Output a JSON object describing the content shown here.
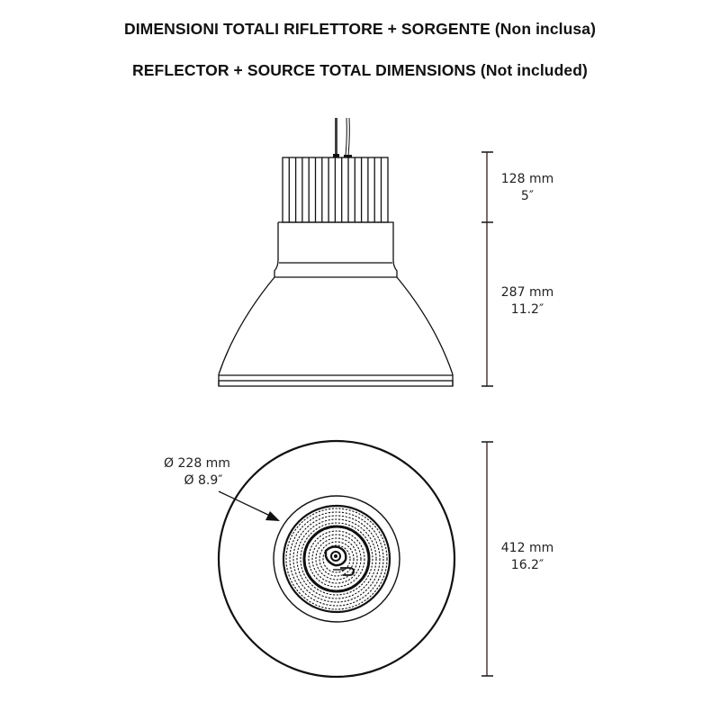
{
  "header": {
    "title_it": "DIMENSIONI TOTALI RIFLETTORE + SORGENTE (Non inclusa)",
    "title_en": "REFLECTOR + SOURCE TOTAL DIMENSIONS (Not included)"
  },
  "side_view": {
    "heatsink_height": {
      "mm": "128 mm",
      "inch": "5″"
    },
    "reflector_height": {
      "mm": "287 mm",
      "inch": "11.2″"
    }
  },
  "bottom_view": {
    "source_diameter": {
      "mm": "Ø 228 mm",
      "inch": "Ø 8.9″"
    },
    "reflector_diameter": {
      "mm": "412 mm",
      "inch": "16.2″"
    }
  },
  "colors": {
    "line": "#111111",
    "dimension_line": "#5a4646",
    "text": "#222222"
  }
}
